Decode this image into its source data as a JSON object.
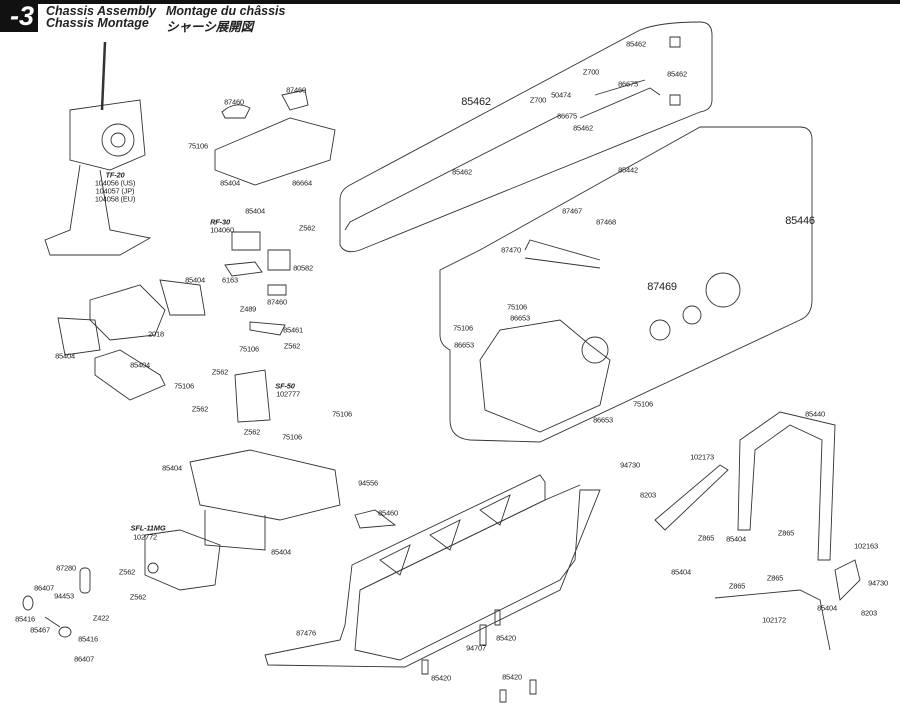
{
  "header": {
    "section_number": "-3",
    "title_en": "Chassis Assembly",
    "title_fr": "Montage du châssis",
    "title_de": "Chassis Montage",
    "title_jp": "シャーシ展開図"
  },
  "labels": [
    "TF-20",
    "104056 (US)",
    "104057 (JP)",
    "104058 (EU)",
    "87460",
    "87460",
    "75106",
    "85404",
    "86664",
    "85404",
    "Z562",
    "RF-30",
    "104060",
    "80582",
    "6163",
    "87460",
    "85404",
    "2018",
    "85404",
    "85404",
    "Z489",
    "85461",
    "75106",
    "Z562",
    "Z562",
    "SF-50",
    "102777",
    "75106",
    "Z562",
    "75106",
    "Z562",
    "75106",
    "85404",
    "94556",
    "85460",
    "85404",
    "SFL-11MG",
    "102772",
    "87280",
    "Z562",
    "86407",
    "94453",
    "85416",
    "Z422",
    "85467",
    "85416",
    "86407",
    "Z562",
    "87476",
    "94707",
    "85420",
    "85420",
    "85420",
    "85462",
    "85462",
    "Z700",
    "86675",
    "Z700",
    "50474",
    "85462",
    "86675",
    "85462",
    "85462",
    "85442",
    "87467",
    "87468",
    "85446",
    "87470",
    "87469",
    "75106",
    "86653",
    "75106",
    "86653",
    "75106",
    "86653",
    "85440",
    "94730",
    "102173",
    "8203",
    "Z865",
    "85404",
    "Z865",
    "102163",
    "85404",
    "Z865",
    "Z865",
    "94730",
    "85404",
    "8203",
    "102172"
  ],
  "colors": {
    "ink": "#222222",
    "badge": "#111111",
    "paper": "#ffffff"
  }
}
